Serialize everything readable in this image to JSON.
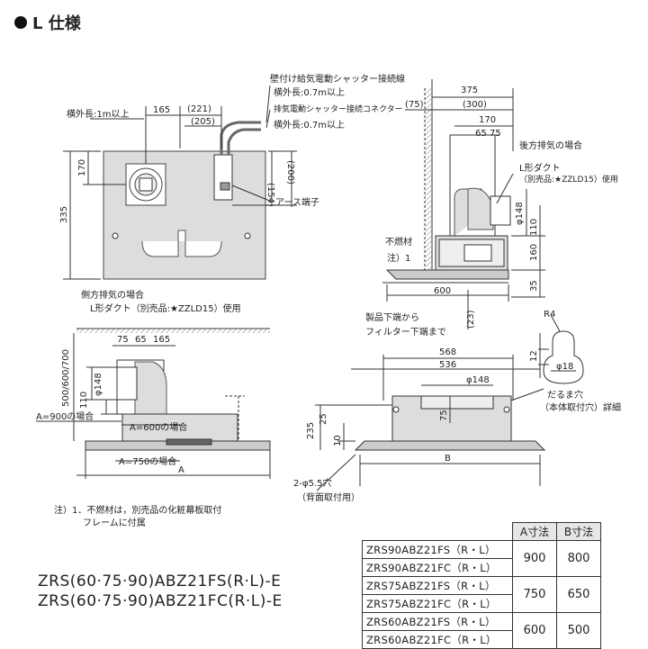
{
  "title": "L 仕様",
  "callouts": {
    "wall_shutter": "壁付け給気電動シャッター接続線",
    "outer_len_07": "横外長:0.7m以上",
    "exhaust_connector": "排気電動シャッター接続コネクター",
    "outer_len_07b": "横外長:0.7m以上",
    "outer_len_1m": "横外長:1m以上",
    "earth": "アース端子",
    "rear_exhaust": "後方排気の場合",
    "l_duct_rear": "L形ダクト",
    "l_duct_rear_sub": "（別売品:★ZZLD15）使用",
    "noncombustible": "不燃材",
    "note1": "注）1",
    "side_exhaust": "側方排気の場合",
    "l_duct_side": "L形ダクト（別売品:★ZZLD15）使用",
    "a900": "A=900の場合",
    "a600": "A=600の場合",
    "a750": "A=750の場合",
    "from_bottom": "製品下端から",
    "filter_bottom": "フィルター下端まで",
    "mounting_hole": "だるま穴",
    "mounting_hole_sub": "（本体取付穴）詳細",
    "rear_holes": "2-φ5.5穴",
    "rear_holes_sub": "（背面取付用）",
    "footnote_1": "注）1．不燃材は，別売品の化粧幕板取付",
    "footnote_2": "フレームに付属"
  },
  "dimensions": {
    "d165_top": "165",
    "d221": "(221)",
    "d205": "(205)",
    "d170_left": "170",
    "d335": "335",
    "d154": "(154)",
    "d200": "(200)",
    "d375": "375",
    "d75_paren": "(75)",
    "d300": "(300)",
    "d170_right": "170",
    "d65": "65",
    "d75_side": "75",
    "phi148_side": "φ148",
    "d110_side": "110",
    "d160": "160",
    "d35": "35",
    "d600": "600",
    "d23": "(23)",
    "d75_front": "75",
    "d65_front": "65",
    "d165_front": "165",
    "phi148_front": "φ148",
    "d110_front": "110",
    "d500_700": "500/600/700",
    "A": "A",
    "d568": "568",
    "d536": "536",
    "phi148_rear": "φ148",
    "d75_rear": "75",
    "d235": "235",
    "d25": "25",
    "d10": "10",
    "B": "B",
    "R4": "R4",
    "d12": "12",
    "phi18": "φ18"
  },
  "spec_table": {
    "header_a": "A寸法",
    "header_b": "B寸法",
    "models": [
      "ZRS90ABZ21FS（R・L）",
      "ZRS90ABZ21FC（R・L）",
      "ZRS75ABZ21FS（R・L）",
      "ZRS75ABZ21FC（R・L）",
      "ZRS60ABZ21FS（R・L）",
      "ZRS60ABZ21FC（R・L）"
    ],
    "groups": [
      {
        "a": "900",
        "b": "800"
      },
      {
        "a": "750",
        "b": "650"
      },
      {
        "a": "600",
        "b": "500"
      }
    ]
  },
  "model_names": {
    "line1": "ZRS(60·75·90)ABZ21FS(R·L)-E",
    "line2": "ZRS(60·75·90)ABZ21FC(R·L)-E"
  }
}
